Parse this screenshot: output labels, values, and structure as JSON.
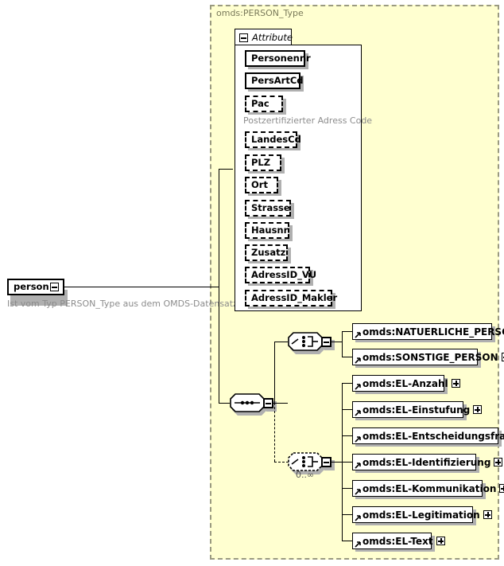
{
  "diagram": {
    "type_container_title": "omds:PERSON_Type",
    "root_element": {
      "name": "person",
      "annotation": "Ist vom Typ PERSON_Type aus dem OMDS-Datensatz",
      "toggle": "minus"
    },
    "attribute_panel": {
      "tab_label": "Attribute",
      "toggle": "minus",
      "attributes": [
        {
          "name": "Personennr",
          "optional": false,
          "annotation": ""
        },
        {
          "name": "PersArtCd",
          "optional": false,
          "annotation": ""
        },
        {
          "name": "Pac",
          "optional": true,
          "annotation": "Postzertifizierter Adress Code"
        },
        {
          "name": "LandesCd",
          "optional": true,
          "annotation": ""
        },
        {
          "name": "PLZ",
          "optional": true,
          "annotation": ""
        },
        {
          "name": "Ort",
          "optional": true,
          "annotation": ""
        },
        {
          "name": "Strasse",
          "optional": true,
          "annotation": ""
        },
        {
          "name": "Hausnr",
          "optional": true,
          "annotation": ""
        },
        {
          "name": "Zusatz",
          "optional": true,
          "annotation": ""
        },
        {
          "name": "AdressID_VU",
          "optional": true,
          "annotation": ""
        },
        {
          "name": "AdressID_Makler",
          "optional": true,
          "annotation": ""
        }
      ]
    },
    "sequence_compositor": {
      "kind": "sequence",
      "optional": false,
      "toggle": "minus"
    },
    "choice_group_1": {
      "kind": "choice",
      "optional": false,
      "toggle": "minus",
      "cardinality": "",
      "members": [
        {
          "name": "omds:NATUERLICHE_PERSON",
          "toggle": "plus"
        },
        {
          "name": "omds:SONSTIGE_PERSON",
          "toggle": "plus"
        }
      ]
    },
    "choice_group_2": {
      "kind": "choice",
      "optional": true,
      "toggle": "minus",
      "cardinality": "0..∞",
      "members": [
        {
          "name": "omds:EL-Anzahl",
          "toggle": "plus"
        },
        {
          "name": "omds:EL-Einstufung",
          "toggle": "plus"
        },
        {
          "name": "omds:EL-Entscheidungsfrage",
          "toggle": "plus"
        },
        {
          "name": "omds:EL-Identifizierung",
          "toggle": "plus"
        },
        {
          "name": "omds:EL-Kommunikation",
          "toggle": "plus"
        },
        {
          "name": "omds:EL-Legitimation",
          "toggle": "plus"
        },
        {
          "name": "omds:EL-Text",
          "toggle": "plus"
        }
      ]
    }
  }
}
